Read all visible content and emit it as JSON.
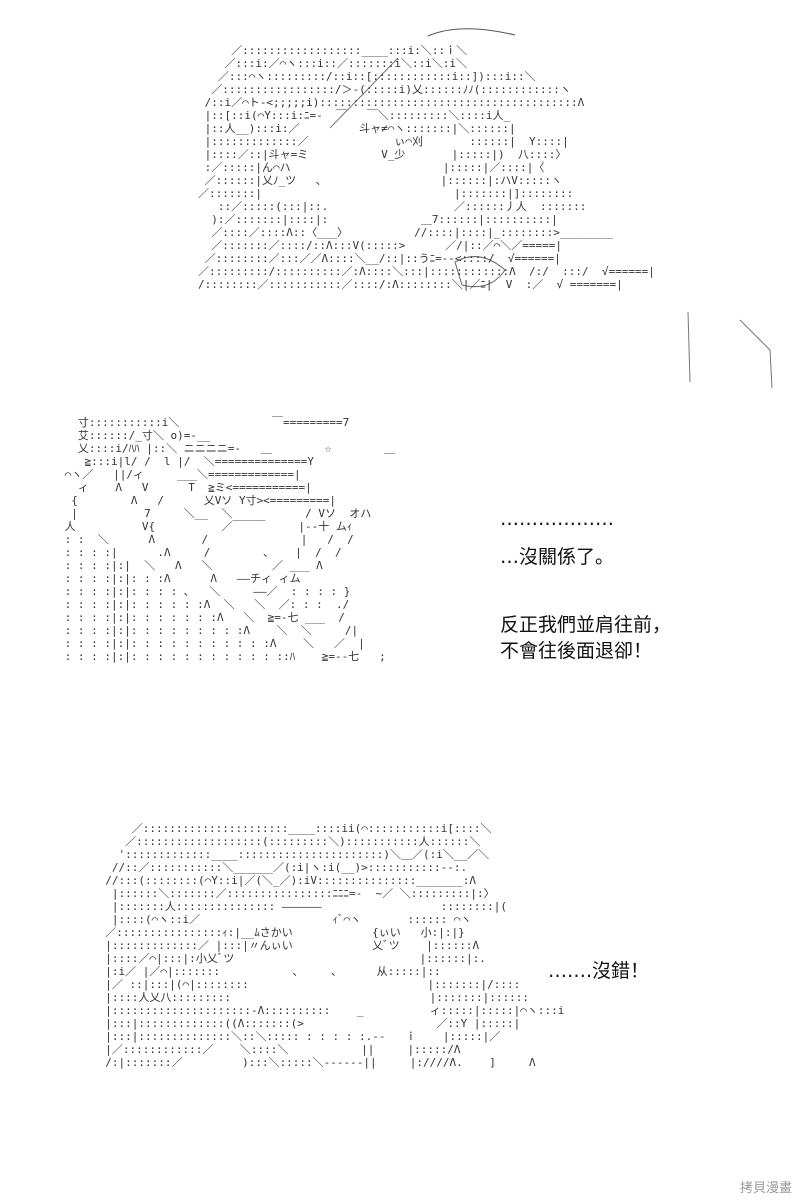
{
  "panels": [
    {
      "art_text": [
        "     ／::::::::::::::::::____:::i:＼::ｉ＼",
        "    ／:::i:／⌒ヽ:::i::／:::::::i＼::i＼:i＼",
        "   ／:::⌒ヽ:::::::::/::i::[::::::::::::i::]):::i::＼",
        "  ／:::::::::::::::::/＞-(:::::i)乂::::::ﾉﾉ(::::::::::::ヽ",
        " /::i／⌒ト-<;;;;;i):::::::::::::::::::::::::::::::::::::::Λ",
        " |::[::i(⌒Y:::i:ﾆ=-  ￣   ￣＼:::::::::＼::::i人_",
        " |::人__):::i:／         斗ャ≠⌒ヽ:::::::|＼::::::|",
        " |:::::::::::::／             ぃ⌒刈       ::::::|  Y::::|",
        " |::::／::|斗ャ=ミ           V_少       |:::::|)  八::::〉",
        " :／:::::|ん⌒ハ                       |:::::|／::::|〈",
        " ／::::::|乂ﾉ_ツ   ､                  |::::::|:ハV:::::ヽ",
        "／:::::::|                             |:::::::|]::::::::",
        "   ::／:::::(:::|::.                   ／::::::丿人  :::::::",
        "  ):／:::::::|::::|:              ＿7::::::|::::::::::|",
        "  ／::::／::::Λ::〈___〉          //::::|::::|_::::::::>________",
        "  ／:::::::／::::/::Λ:::V(:::::>      ／/|::／⌒＼／=====|",
        " ／::::::::／:::／／Λ::::＼__/::|::うﾆ=--<::::/  √======|",
        "／:::::::::/::::::::::／:Λ::::＼:::|::::::::::::Λ  /:/  :::/  √======|",
        "/::::::::／:::::::::::／::::/:Λ::::::::＼|／ﾆ|  V  :／  √ =======|"
      ],
      "dialogue": []
    },
    {
      "art_text": [
        "   寸:::::::::::i＼              ￣=========7",
        "   艾::::::/_寸＼ o)=-__",
        "   乂::::i/ﾊﾊ |::＼ ニニニニ=-   ＿        ☆        ＿",
        "    ≧:::i|l/ /  l |/  ＼==============Y",
        " ⌒ヽ／   ||/ィ     ___＼=============|",
        "   ィ    Λ   V      T  ≧ミ<===========|",
        "  {        Λ   /      乂Vソ Y寸><=========|",
        "  |          7     ＼__  ＼           / Vソ  オハ",
        " 人          V{          ／￣￣￣     |--十 ムｨ",
        " : :  ＼      Λ       /              |   /  /",
        " : : : :|      .Λ     /        ､    |  /  /",
        " : : : :|:|  ＼   Λ   ＼         ／ ___ Λ",
        " : : : :|:|: : :Λ      Λ   ——チィ ィム",
        " : : : :|:|: : : : ､   ＼     ——／  : : : : }",
        " : : : :|:|: : : : : :Λ  ＼   ＼  ／: : :  ./",
        " : : : :|:|: : : : : : :Λ   ＼  ≧=-七 ___  /",
        " : : : :|:|: : : : : : : : :Λ    ＼  ＼     /|",
        " : : : :|:|: : : : : : : : : : :Λ    ＼   ／  |",
        " : : : :|:|: : : : : : : : : : : ::ﾊ    ≧=--七   ;"
      ],
      "dialogue": [
        "………………",
        "…沒關係了。",
        "反正我們並肩往前，",
        "不會往後面退卻！"
      ]
    },
    {
      "art_text": [
        "      ／::::::::::::::::::::::____::::ii(⌒:::::::::::i[::::＼",
        "     ／:::::::::::::::::::(:::::::::＼):::::::::::人::::::＼",
        "    ':::::::::::::____::::::::::::::::::::::)＼＿／(:i＼__／＼",
        "   //::／:::::::::::＼______／(:i|ヽ:i(__)>:::::::::::--:.",
        "  //:::(::::::::(⌒Y::i|／(＼_／):iV:::::::::::::::_______:Λ",
        "   |::::::＼:::::::／::::::::::::::::ﾆﾆﾆ=-  ~／ ＼:::::::::|:〉",
        "   |:::::::人::::::::::::::: ——————                  ::::::::|(",
        "   |::::(⌒ヽ::i／                    ｨﾞ⌒ヽ       :::::: ⌒ヽ",
        "  ／::::::::::::::::ｨ:|__ﾑさかい            {ぃい   小:|:|}",
        "  |:::::::::::::／ |:::|〃んぃい            乂ﾞツ    |::::::Λ",
        "  |::::／⌒|:::|:小乂ﾞツ                            |::::::|:.",
        "  |:i／ |／⌒|:::::::           ､     ､      从:::::|::",
        "  |／ ::|:::|(⌒|::::::::                           |:::::::|/::::",
        "  |::::人乂八:::::::::                              |:::::::|::::::",
        "  |:::::::::::::::::::::-Λ::::::::::    _          ィ:::::|:::::|⌒ヽ:::i",
        "  |:::|:::::::::::::((Λ:::::::(>                    ／::Y |:::::|",
        "  |:::|::::::::::::::＼::＼::::: : : : : :.--   ｉ    |:::::|／",
        "  |／::::::::::::／    ＼::::＼           ||     |:::::/Λ",
        "  /:|:::::::／         ):::＼:::::＼------||     |:////Λ.    ]     Λ"
      ],
      "dialogue": [
        "…….沒錯！"
      ]
    }
  ],
  "watermark": "拷貝漫畫"
}
